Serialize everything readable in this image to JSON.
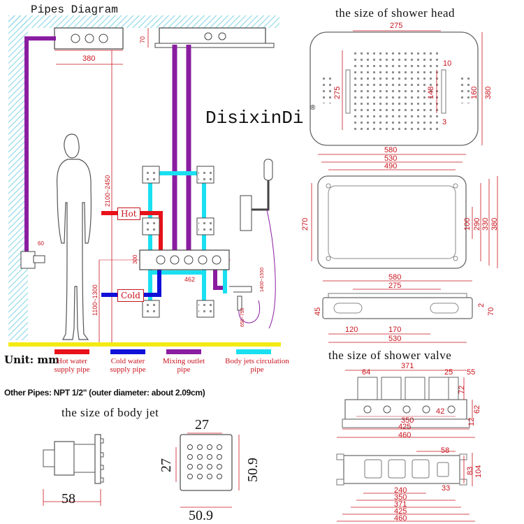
{
  "pipes_diagram": {
    "title": "Pipes Diagram",
    "dims": {
      "w380": "380",
      "h70": "70",
      "h2100": "2100~2450",
      "h1100": "1100~1300",
      "h60": "60",
      "h300": "300",
      "h462": "462",
      "h1400": "1400~1550",
      "h650": "650~750"
    },
    "hot_label": "Hot",
    "cold_label": "Cold"
  },
  "brand": {
    "name": "DisixinDi",
    "mark": "®"
  },
  "unit_label": "Unit: mm",
  "legend": [
    {
      "label": "Hot water supply pipe",
      "color": "#e8111a"
    },
    {
      "label": "Cold water supply pipe",
      "color": "#1010d8"
    },
    {
      "label": "Mixing outlet pipe",
      "color": "#8a1da0"
    },
    {
      "label": "Body jets circulation pipe",
      "color": "#19e0f0"
    }
  ],
  "other_pipes_note": "Other Pipes: NPT 1/2\" (outer diameter: about 2.09cm)",
  "shower_head": {
    "title": "the size of shower head",
    "top_view": {
      "d275": "275",
      "d10": "10",
      "d275v": "275",
      "d148": "148",
      "d160": "160",
      "d380": "380",
      "d3": "3"
    },
    "frame_view": {
      "d580": "580",
      "d530": "530",
      "d490": "490",
      "d270": "270",
      "d100": "100",
      "d290": "290",
      "d330": "330",
      "d380": "380"
    },
    "side_view": {
      "d580": "580",
      "d275": "275",
      "d45": "45",
      "d2": "2",
      "d70": "70",
      "d120": "120",
      "d170": "170",
      "d530": "530"
    }
  },
  "shower_valve": {
    "title": "the size of shower valve",
    "front_view": {
      "d64": "64",
      "d371": "371",
      "d25": "25",
      "d55": "55",
      "d72": "72",
      "d62": "62",
      "d42": "42",
      "d350": "350",
      "d12": "12",
      "d425": "425",
      "d460": "460"
    },
    "box_view": {
      "d58": "58",
      "d83": "83",
      "d104": "104",
      "d33": "33",
      "d240": "240",
      "d350": "350",
      "d371": "371",
      "d425": "425",
      "d460": "460"
    }
  },
  "body_jet": {
    "title": "the size of body jet",
    "d58": "58",
    "d27a": "27",
    "d27b": "27",
    "d50a": "50.9",
    "d50b": "50.9"
  },
  "colors": {
    "hot": "#e8111a",
    "cold": "#1010d8",
    "mix": "#8a1da0",
    "circ": "#19e0f0",
    "dim": "#c8141e",
    "floor": "#f3ea12",
    "wall": "#7fd3e3"
  }
}
